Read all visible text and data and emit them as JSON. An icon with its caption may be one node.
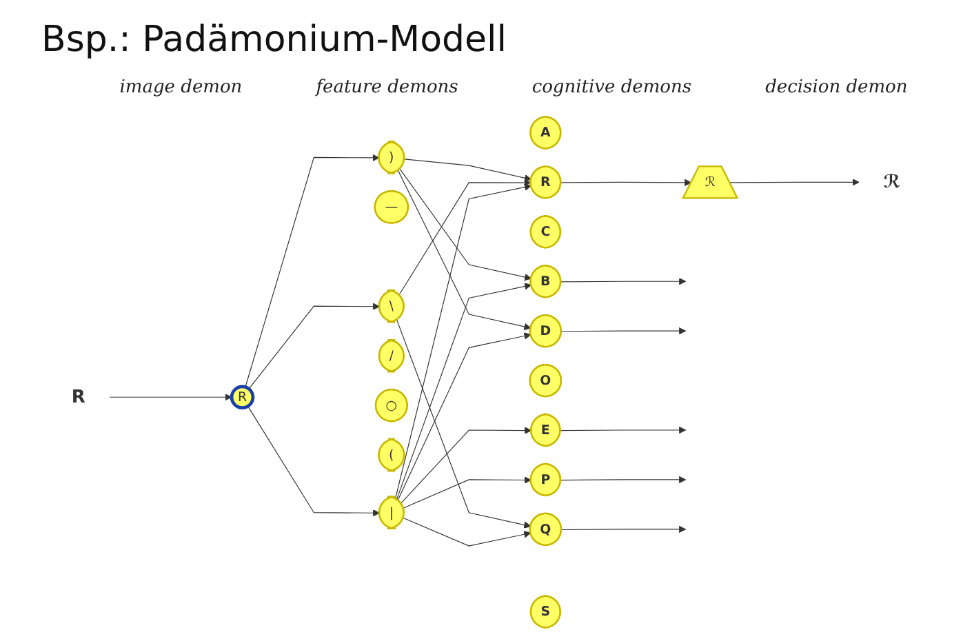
{
  "diagram": {
    "title": "Bsp.: Padämonium-Modell",
    "nodes": [
      {
        "text": [
          "R"
        ]
      },
      {
        "text": [
          "R"
        ]
      },
      {
        "text": [
          "|"
        ]
      },
      {
        "text": [
          "—"
        ]
      },
      {
        "text": [
          "\\"
        ]
      },
      {
        "text": [
          "/"
        ]
      },
      {
        "text": [
          "○"
        ]
      },
      {
        "text": [
          "("
        ]
      },
      {
        "text": [
          ")"
        ]
      },
      {
        "text": [
          "A"
        ]
      },
      {
        "text": [
          "B"
        ]
      },
      {
        "text": [
          "C"
        ]
      },
      {
        "text": [
          "D"
        ]
      },
      {
        "text": [
          "E"
        ]
      },
      {
        "text": [
          "O"
        ]
      },
      {
        "text": [
          "P"
        ]
      },
      {
        "text": [
          "Q"
        ]
      },
      {
        "text": [
          "R"
        ]
      },
      {
        "text": [
          "S"
        ]
      },
      {
        "text": [
          "ℛ"
        ]
      },
      {
        "text": [
          "ℛ"
        ]
      }
    ],
    "edges": [
      {
        "from": 0,
        "to": 1,
        "arrow": "to"
      },
      {
        "from": 1,
        "to": 2,
        "arrow": "to"
      },
      {
        "from": 1,
        "to": 4,
        "arrow": "to"
      },
      {
        "from": 1,
        "to": 8,
        "arrow": "to"
      },
      {
        "from": 2,
        "to": 10,
        "arrow": "to"
      },
      {
        "from": 2,
        "to": 12,
        "arrow": "to"
      },
      {
        "from": 2,
        "to": 13,
        "arrow": "to"
      },
      {
        "from": 2,
        "to": 15,
        "arrow": "to"
      },
      {
        "from": 2,
        "to": 16,
        "arrow": "to"
      },
      {
        "from": 2,
        "to": 17,
        "arrow": "to"
      },
      {
        "from": 4,
        "to": 16,
        "arrow": "to"
      },
      {
        "from": 4,
        "to": 17,
        "arrow": "to"
      },
      {
        "from": 8,
        "to": 10,
        "arrow": "to"
      },
      {
        "from": 8,
        "to": 12,
        "arrow": "to"
      },
      {
        "from": 8,
        "to": 17,
        "arrow": "to"
      },
      {
        "from": 10,
        "to": null,
        "arrow": "to"
      },
      {
        "from": 12,
        "to": null,
        "arrow": "to"
      },
      {
        "from": 13,
        "to": null,
        "arrow": "to"
      },
      {
        "from": 15,
        "to": null,
        "arrow": "to"
      },
      {
        "from": 16,
        "to": null,
        "arrow": "to"
      },
      {
        "from": 17,
        "to": 19,
        "arrow": "to"
      },
      {
        "from": 19,
        "to": 20,
        "arrow": "to"
      }
    ],
    "labels": [
      "image demon",
      "feature demons",
      "cognitive demons",
      "decision demon"
    ]
  }
}
